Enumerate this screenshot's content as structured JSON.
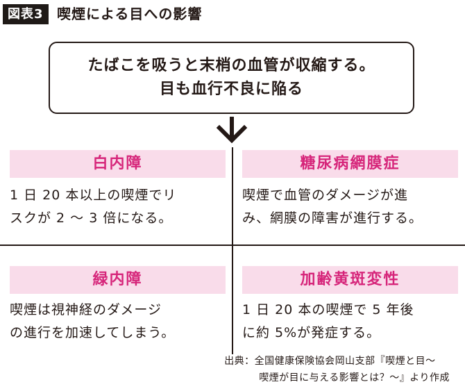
{
  "header": {
    "figure_label": "図表3",
    "title": "喫煙による目への影響"
  },
  "statement": {
    "line1": "たばこを吸うと末梢の血管が収縮する。",
    "line2": "目も血行不良に陥る"
  },
  "quadrants": [
    {
      "title": "白内障",
      "lines": [
        "1 日 20 本以上の喫煙でリ",
        "スクが 2 〜 3 倍になる。"
      ]
    },
    {
      "title": "糖尿病網膜症",
      "lines": [
        "喫煙で血管のダメージが進",
        "み、網膜の障害が進行する。"
      ]
    },
    {
      "title": "緑内障",
      "lines": [
        "喫煙は視神経のダメージ",
        "の進行を加速してしまう。"
      ]
    },
    {
      "title": "加齢黄斑変性",
      "lines": [
        "1 日 20 本の喫煙で 5 年後",
        "に約 5%が発症する。"
      ]
    }
  ],
  "source": {
    "line1": "出典：全国健康保険協会岡山支部『喫煙と目〜",
    "line2": "喫煙が目に与える影響とは？〜』より作成"
  },
  "colors": {
    "accent_text": "#d6257a",
    "accent_background": "#f9dcea",
    "ink": "#231815"
  },
  "icons": {
    "arrow": "down-arrow-icon"
  }
}
